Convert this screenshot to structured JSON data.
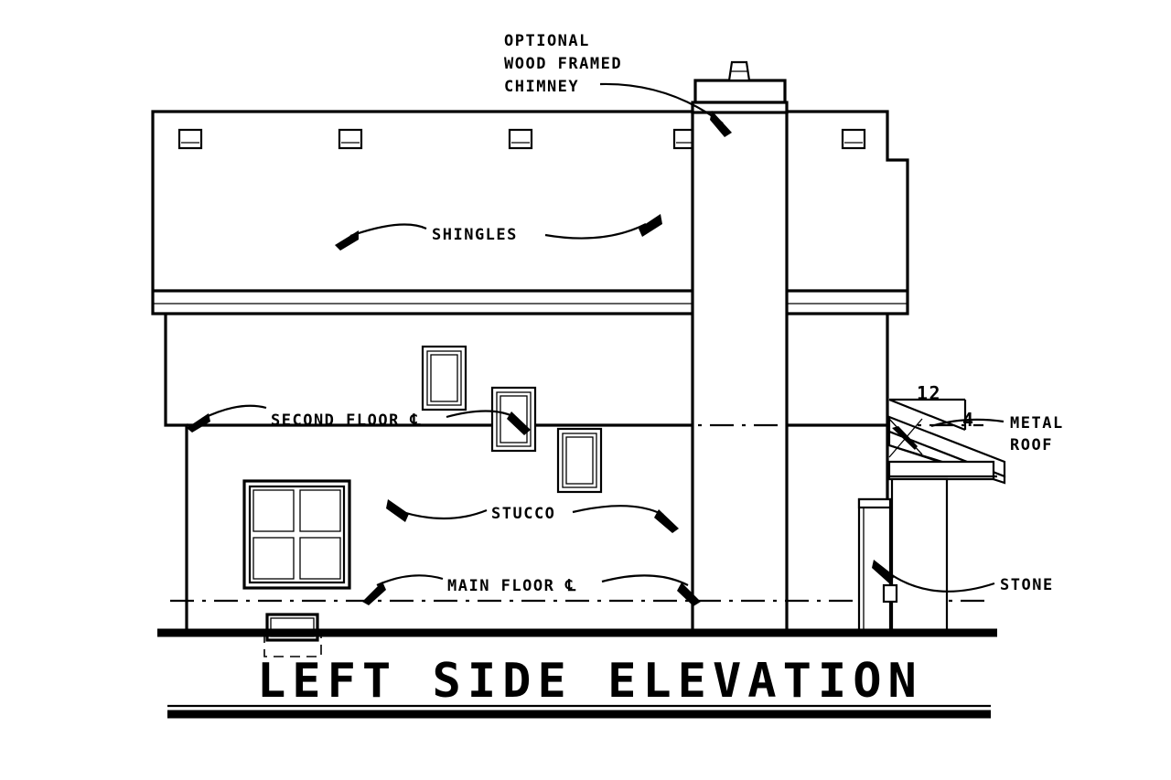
{
  "drawing": {
    "title": "LEFT SIDE ELEVATION",
    "sheet_background": "#ffffff",
    "line_color": "#000000"
  },
  "annotations": {
    "chimney": {
      "line1": "OPTIONAL",
      "line2": "WOOD FRAMED",
      "line3": "CHIMNEY"
    },
    "shingles": "SHINGLES",
    "second_floor": "SECOND FLOOR ℄",
    "stucco": "STUCCO",
    "main_floor": "MAIN FLOOR ℄",
    "metal_roof_line1": "METAL",
    "metal_roof_line2": "ROOF",
    "stone": "STONE"
  },
  "roof_pitch": {
    "rise": "4",
    "run": "12"
  },
  "elements": {
    "roof_vent_count": 5,
    "stair_window_count": 3,
    "main_window_panes": 4,
    "basement_window": "egress-window-well"
  }
}
